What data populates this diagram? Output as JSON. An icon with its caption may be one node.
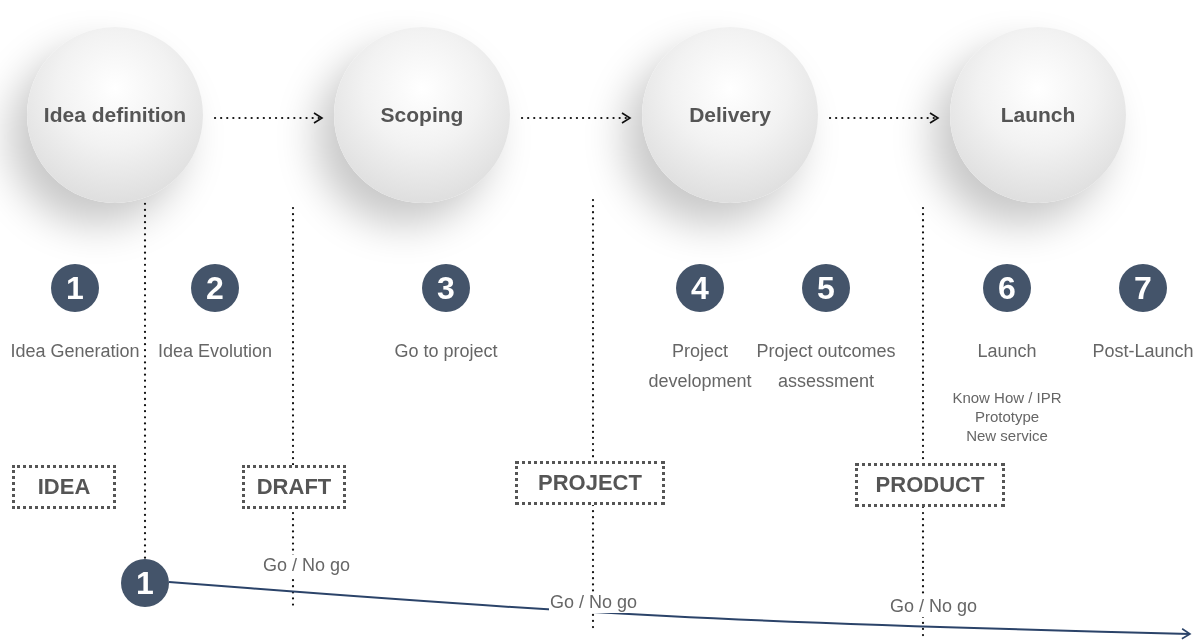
{
  "diagram": {
    "nodes": [
      {
        "text": [
          "Idea definition"
        ]
      },
      {
        "text": [
          "Scoping"
        ]
      },
      {
        "text": [
          "Delivery"
        ]
      },
      {
        "text": [
          "Launch"
        ]
      },
      {
        "text": [
          "1"
        ],
        "beside": [
          "Idea Generation"
        ]
      },
      {
        "text": [
          "2"
        ],
        "beside": [
          "Idea Evolution"
        ]
      },
      {
        "text": [
          "3"
        ],
        "beside": [
          "Go to project"
        ]
      },
      {
        "text": [
          "4"
        ],
        "beside": [
          "Project development"
        ]
      },
      {
        "text": [
          "5"
        ],
        "beside": [
          "Project outcomes assessment"
        ]
      },
      {
        "text": [
          "6"
        ],
        "beside": [
          "Launch",
          "Know How / IPR",
          "Prototype",
          "New service"
        ]
      },
      {
        "text": [
          "7"
        ],
        "beside": [
          "Post-Launch"
        ]
      },
      {
        "text": [
          "IDEA"
        ]
      },
      {
        "text": [
          "DRAFT"
        ]
      },
      {
        "text": [
          "PROJECT"
        ]
      },
      {
        "text": [
          "PRODUCT"
        ]
      },
      {
        "text": [
          "1"
        ]
      }
    ],
    "edges": [
      {
        "from": 0,
        "to": 1,
        "arrow": "to",
        "style": "dashed"
      },
      {
        "from": 1,
        "to": 2,
        "arrow": "to",
        "style": "dashed"
      },
      {
        "from": 2,
        "to": 3,
        "arrow": "to",
        "style": "dashed"
      },
      {
        "from": 0,
        "to": 15,
        "arrow": "none",
        "style": "dashed"
      },
      {
        "from": 15,
        "to": null,
        "arrow": "to",
        "color": "#2b4369"
      }
    ],
    "labels": [
      "Go / No go",
      "Go / No go",
      "Go / No go"
    ]
  }
}
